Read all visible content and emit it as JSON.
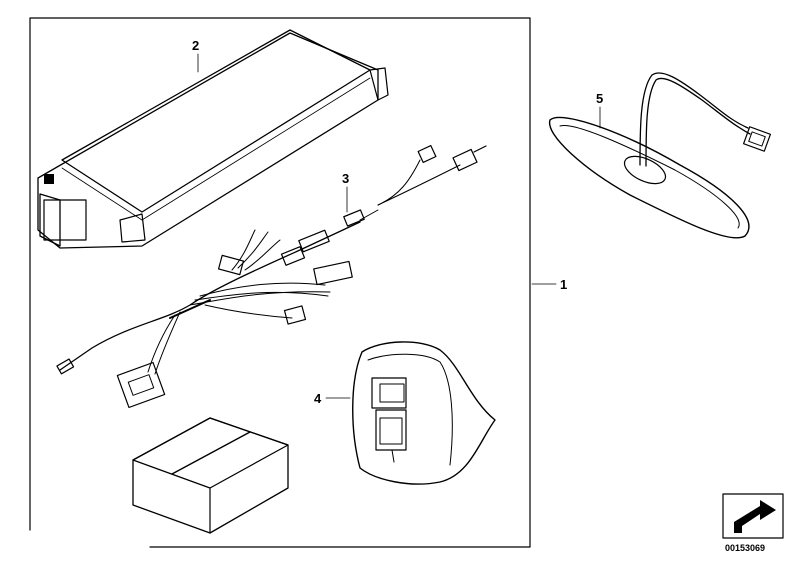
{
  "callouts": {
    "c1": "1",
    "c2": "2",
    "c3": "3",
    "c4": "4",
    "c5": "5"
  },
  "document_number": "00153069"
}
